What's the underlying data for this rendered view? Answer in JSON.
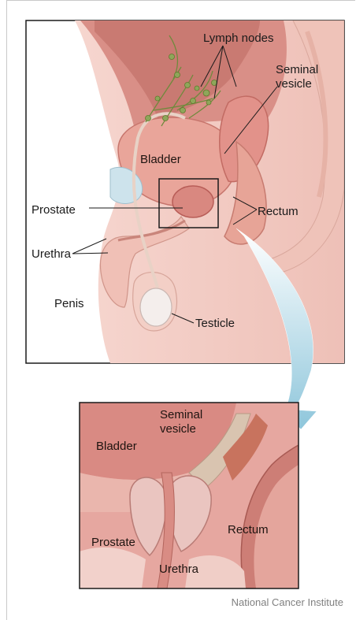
{
  "main_labels": {
    "lymph_nodes": "Lymph nodes",
    "seminal_vesicle_1": "Seminal",
    "seminal_vesicle_2": "vesicle",
    "bladder": "Bladder",
    "prostate": "Prostate",
    "rectum": "Rectum",
    "urethra": "Urethra",
    "penis": "Penis",
    "testicle": "Testicle"
  },
  "inset_labels": {
    "seminal_vesicle_1": "Seminal",
    "seminal_vesicle_2": "vesicle",
    "bladder": "Bladder",
    "prostate": "Prostate",
    "rectum": "Rectum",
    "urethra": "Urethra"
  },
  "credit": "National Cancer Institute",
  "colors": {
    "skin": "#f1c7bf",
    "organ": "#e39a90",
    "organ_dark": "#c9706a",
    "lymph": "#8ea65a",
    "arrow": "#a9d3e4"
  }
}
